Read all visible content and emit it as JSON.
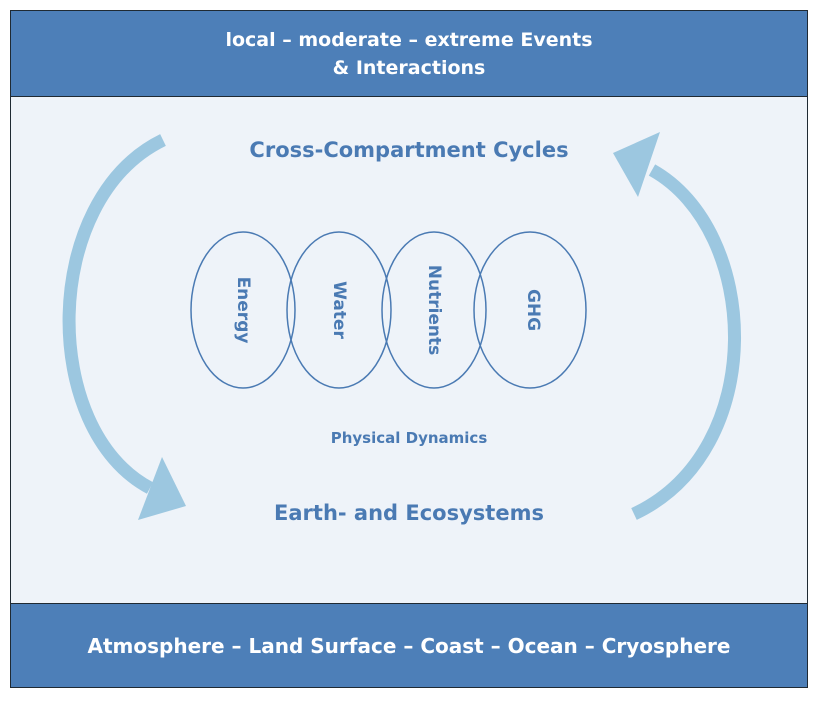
{
  "top_band": {
    "line1": "local – moderate – extreme Events",
    "line2": "& Interactions"
  },
  "cycles_title": "Cross-Compartment Cycles",
  "cycles": [
    {
      "label": "Energy"
    },
    {
      "label": "Water"
    },
    {
      "label": "Nutrients"
    },
    {
      "label": "GHG"
    }
  ],
  "physical_dynamics": "Physical Dynamics",
  "ecosystems_title": "Earth- and Ecosystems",
  "bottom_band": {
    "text": "Atmosphere – Land Surface – Coast – Ocean – Cryosphere"
  },
  "colors": {
    "band": "#4d7fb8",
    "panel": "#eef3f9",
    "text_blue": "#4a7ab3",
    "arrow": "#9cc7e0",
    "ellipse_stroke": "#4a7ab3"
  },
  "icons": {
    "left_arrow": "curved-arrow-down-icon",
    "right_arrow": "curved-arrow-up-icon"
  }
}
